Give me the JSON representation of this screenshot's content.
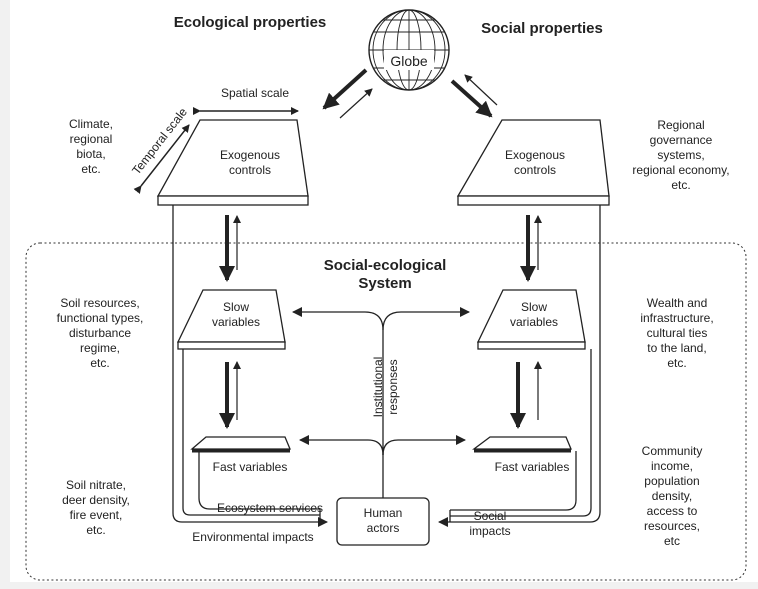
{
  "headers": {
    "ecological": "Ecological properties",
    "social": "Social properties",
    "system": "Social-ecological\nSystem"
  },
  "globe": {
    "label": "Globe"
  },
  "scales": {
    "spatial": "Spatial scale",
    "temporal": "Temporal scale"
  },
  "left_labels": {
    "climate": "Climate,\nregional\nbiota,\netc.",
    "soil_resources": "Soil resources,\nfunctional types,\ndisturbance\nregime,\netc.",
    "soil_nitrate": "Soil nitrate,\ndeer density,\nfire event,\netc."
  },
  "right_labels": {
    "governance": "Regional\ngovernance\nsystems,\nregional economy,\netc.",
    "wealth": "Wealth and\ninfrastructure,\ncultural ties\nto the land,\netc.",
    "community": "Community\nincome,\npopulation\ndensity,\naccess to\nresources,\netc"
  },
  "boxes": {
    "left_exogenous": "Exogenous\ncontrols",
    "right_exogenous": "Exogenous\ncontrols",
    "left_slow": "Slow\nvariables",
    "right_slow": "Slow\nvariables",
    "left_fast": "Fast variables",
    "right_fast": "Fast variables",
    "human_actors": "Human\nactors"
  },
  "flows": {
    "institutional": "Institutional\nresponses",
    "ecosystem_services": "Ecosystem services",
    "environmental_impacts": "Environmental impacts",
    "social_impacts": "Social\nimpacts"
  }
}
